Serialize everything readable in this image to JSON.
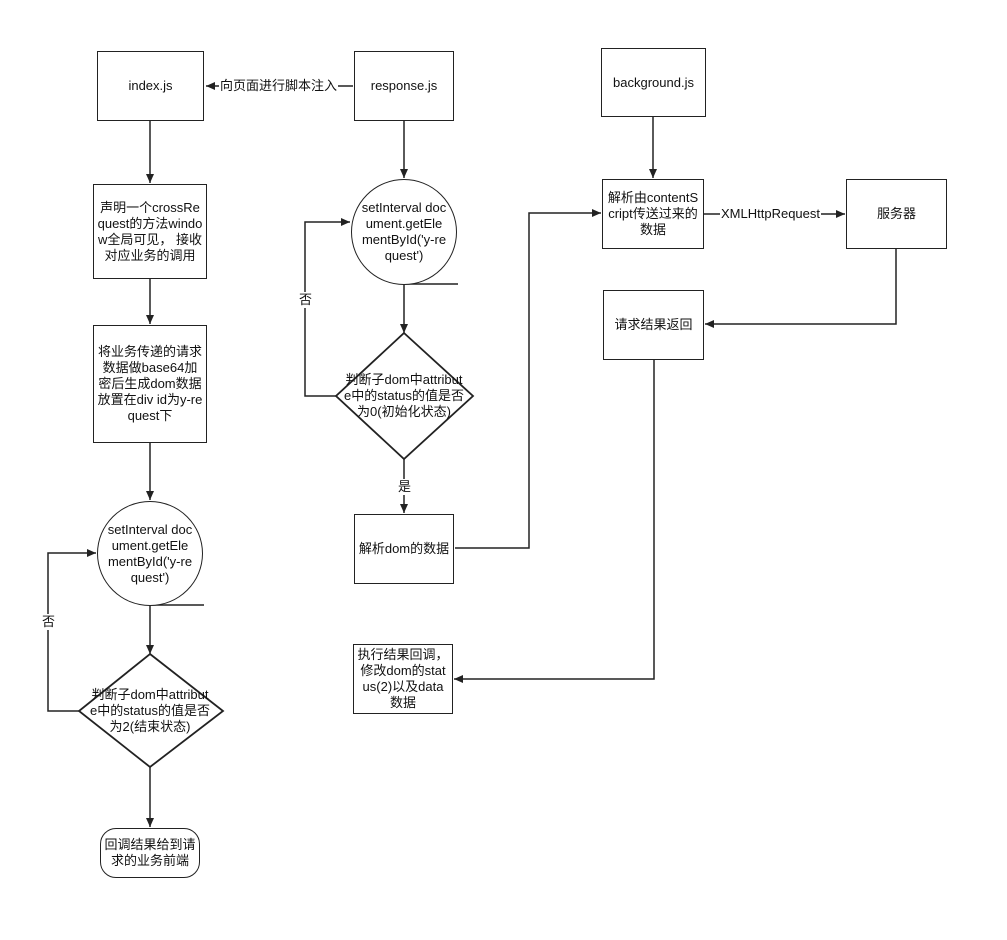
{
  "nodes": {
    "index_js": "index.js",
    "response_js": "response.js",
    "background_js": "background.js",
    "declare_cross_request": "声明一个crossRequest的方法window全局可见， 接收对应业务的调用",
    "encode_request": "将业务传递的请求数据做base64加密后生成dom数据放置在div id为y-request下",
    "left_interval": "setInterval document.getElementById('y-request')",
    "left_decision": "判断子dom中attribute中的status的值是否为2(结束状态)",
    "callback_frontend": "回调结果给到请求的业务前端",
    "mid_interval": "setInterval document.getElementById('y-request')",
    "mid_decision": "判断子dom中attribute中的status的值是否为0(初始化状态)",
    "parse_dom": "解析dom的数据",
    "exec_callback": "执行结果回调，修改dom的status(2)以及data数据",
    "parse_content_script": "解析由contentScript传送过来的数据",
    "server": "服务器",
    "return_result": "请求结果返回"
  },
  "edges": {
    "inject": "向页面进行脚本注入",
    "xhr": "XMLHttpRequest",
    "no_left": "否",
    "no_mid": "否",
    "yes_mid": "是"
  }
}
